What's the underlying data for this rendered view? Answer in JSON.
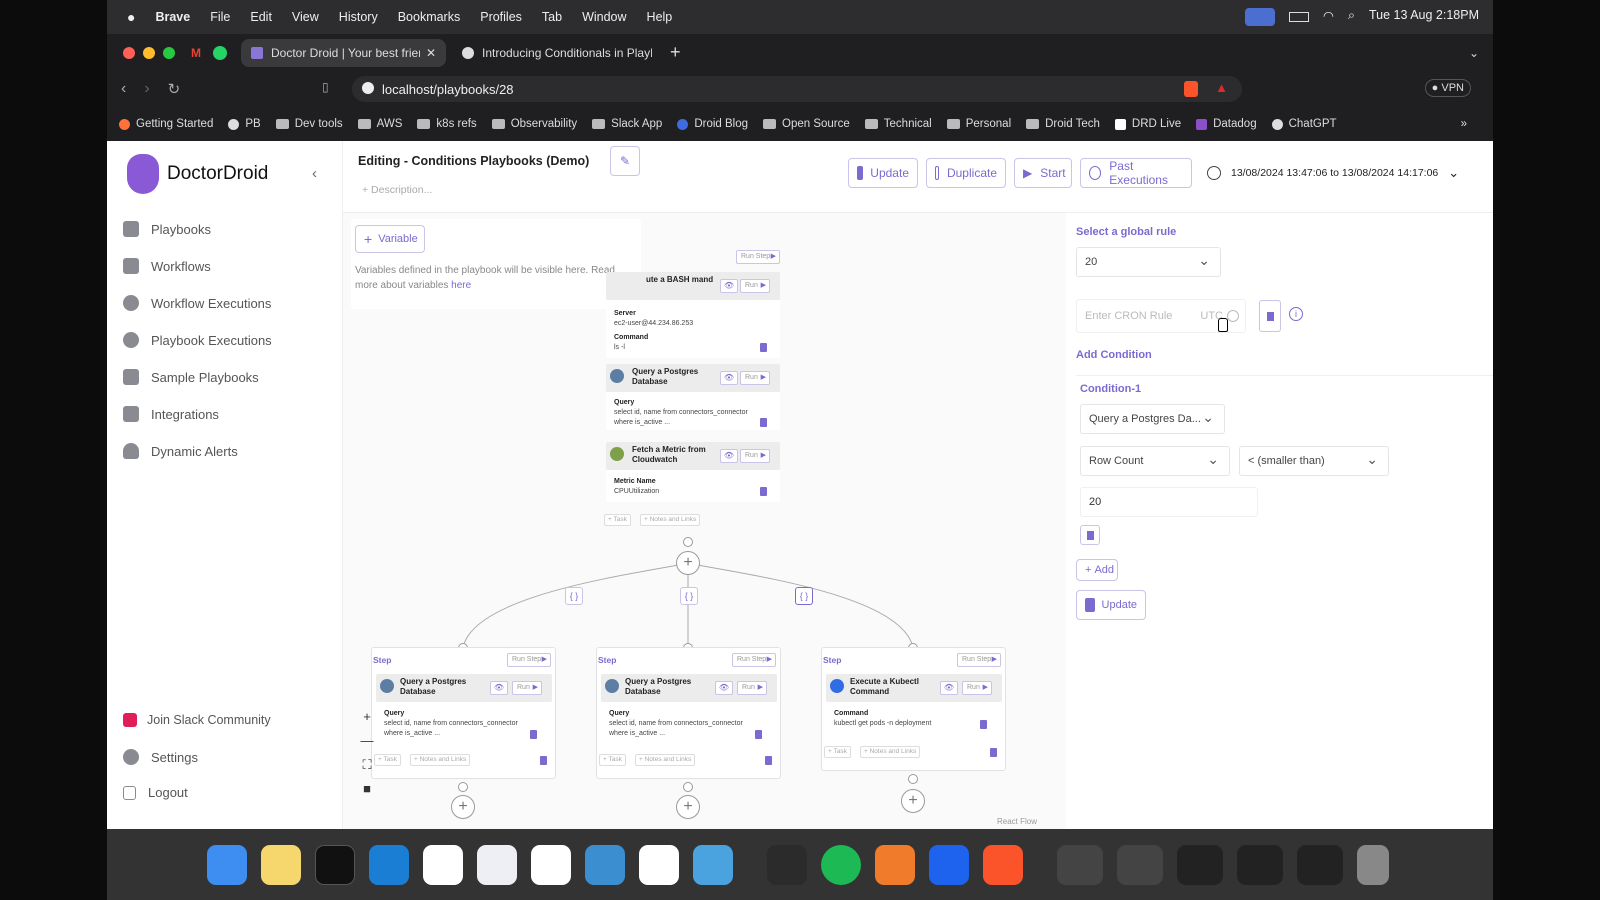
{
  "menubar": {
    "app": "Brave",
    "items": [
      "File",
      "Edit",
      "View",
      "History",
      "Bookmarks",
      "Profiles",
      "Tab",
      "Window",
      "Help"
    ],
    "clock": "Tue 13 Aug  2:18PM"
  },
  "tabs": [
    {
      "title": "Doctor Droid | Your best frien"
    },
    {
      "title": "Introducing Conditionals in PlayB"
    }
  ],
  "url": "localhost/playbooks/28",
  "bookmarks": [
    "Getting Started",
    "PB",
    "Dev tools",
    "AWS",
    "k8s refs",
    "Observability",
    "Slack App",
    "Droid Blog",
    "Open Source",
    "Technical",
    "Personal",
    "Droid Tech",
    "DRD Live",
    "Datadog",
    "ChatGPT"
  ],
  "brand": "DoctorDroid",
  "nav": [
    "Playbooks",
    "Workflows",
    "Workflow Executions",
    "Playbook Executions",
    "Sample Playbooks",
    "Integrations",
    "Dynamic Alerts"
  ],
  "bottom_nav": [
    "Join Slack Community",
    "Settings",
    "Logout"
  ],
  "header": {
    "title": "Editing - Conditions Playbooks (Demo)",
    "description": "+ Description...",
    "update": "Update",
    "duplicate": "Duplicate",
    "start": "Start",
    "past": "Past Executions",
    "range": "13/08/2024 13:47:06 to 13/08/2024 14:17:06"
  },
  "variables": {
    "button": "Variable",
    "help": "Variables defined in the playbook will be visible here. Read more about variables",
    "link": "here"
  },
  "canvas": {
    "run_step": "Run Step",
    "run": "Run",
    "task": "Task",
    "notes": "Notes and Links",
    "step": "Step",
    "react_flow": "React Flow",
    "main": {
      "bash": {
        "title": "ute a BASH mand",
        "server_label": "Server",
        "server": "ec2-user@44.234.86.253",
        "command_label": "Command",
        "command": "ls -l"
      },
      "pg": {
        "title": "Query a Postgres Database",
        "query_label": "Query",
        "query": "select id, name from connectors_connector where is_active ..."
      },
      "cw": {
        "title": "Fetch a Metric from Cloudwatch",
        "metric_label": "Metric Name",
        "metric": "CPUUtilization"
      }
    },
    "branches": [
      {
        "title": "Query a Postgres Database",
        "label": "Query",
        "value": "select id, name from connectors_connector where is_active ..."
      },
      {
        "title": "Query a Postgres Database",
        "label": "Query",
        "value": "select id, name from connectors_connector where is_active ..."
      },
      {
        "title": "Execute a Kubectl Command",
        "label": "Command",
        "value": "kubectl get pods -n deployment"
      }
    ]
  },
  "rule": {
    "title": "Select a global rule",
    "value": "20",
    "cron_placeholder": "Enter CRON Rule",
    "utc": "UTC",
    "add_condition": "Add Condition",
    "condition_title": "Condition-1",
    "source": "Query a Postgres Da...",
    "metric": "Row Count",
    "operator": "< (smaller than)",
    "add": "Add",
    "update": "Update"
  },
  "colors": {
    "accent": "#7a6bd0"
  }
}
